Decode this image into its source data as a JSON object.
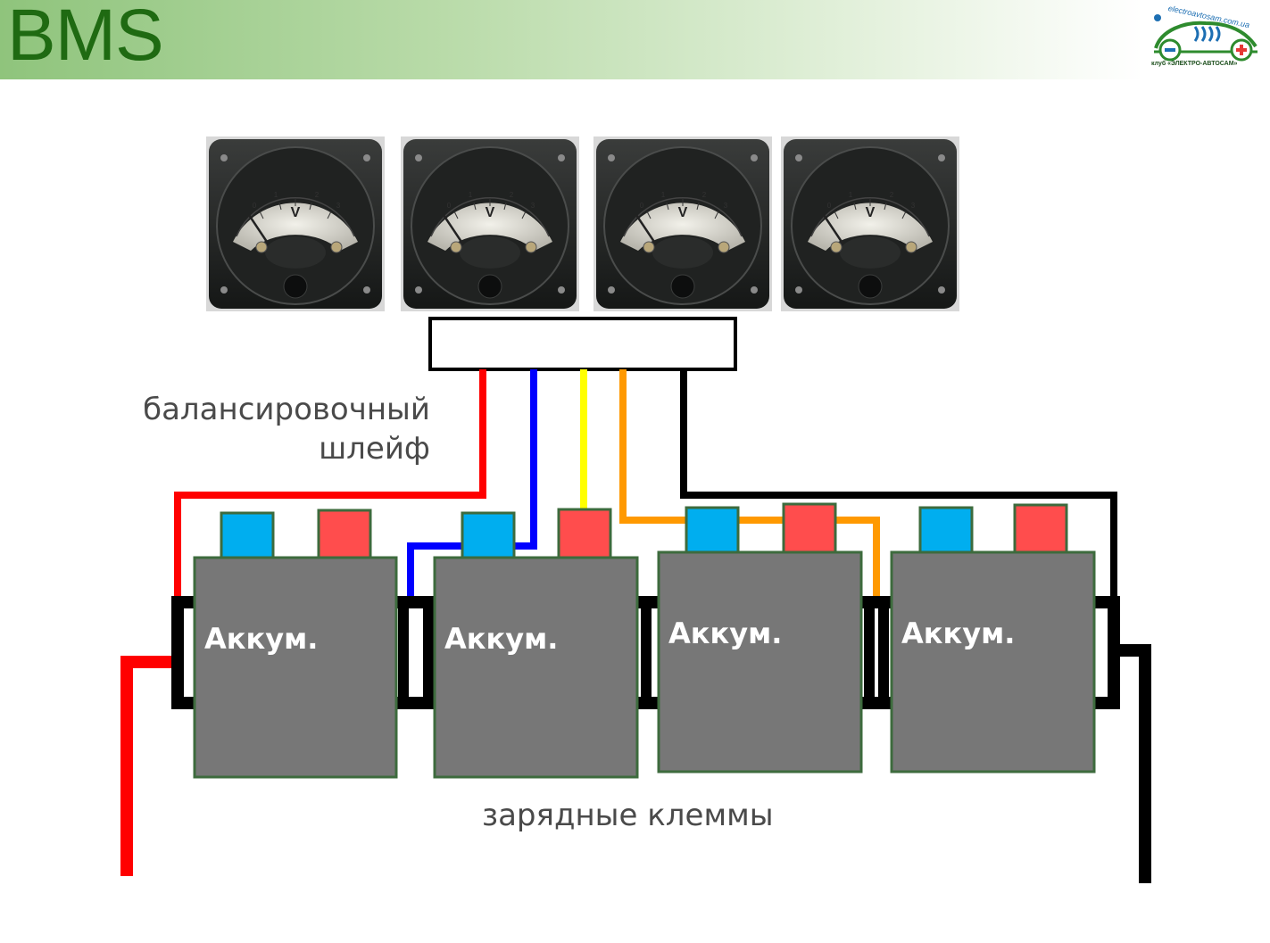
{
  "slide": {
    "title": "BMS",
    "logo": {
      "url_text": "electroavtosam.com.ua",
      "caption": "клуб «ЭЛЕКТРО-АВТОСАМ»"
    }
  },
  "labels": {
    "balance_line_1": "балансировочный",
    "balance_line_2": "шлейф",
    "charge_terminals": "зарядные клеммы"
  },
  "voltmeters": [
    {
      "unit": "V",
      "ticks": [
        "0",
        "1",
        "2",
        "3"
      ]
    },
    {
      "unit": "V",
      "ticks": [
        "0",
        "1",
        "2",
        "3"
      ]
    },
    {
      "unit": "V",
      "ticks": [
        "0",
        "1",
        "2",
        "3"
      ]
    },
    {
      "unit": "V",
      "ticks": [
        "0",
        "1",
        "2",
        "3"
      ]
    }
  ],
  "batteries": [
    {
      "label": "Аккум."
    },
    {
      "label": "Аккум."
    },
    {
      "label": "Аккум."
    },
    {
      "label": "Аккум."
    }
  ],
  "colors": {
    "header_green": "#1f6a12",
    "battery_body": "#777777",
    "battery_border": "#3d6b3d",
    "terminal_negative": "#00aeef",
    "terminal_positive": "#ff4d4d",
    "wire_red": "#ff0000",
    "wire_blue": "#0000ff",
    "wire_yellow": "#ffff00",
    "wire_orange": "#ff9900",
    "wire_black": "#000000"
  }
}
